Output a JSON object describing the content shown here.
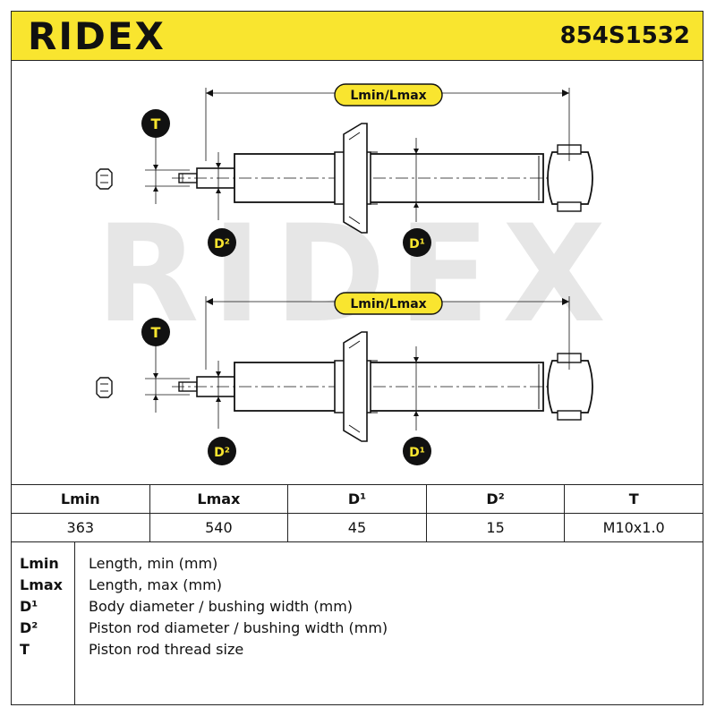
{
  "header": {
    "brand": "RIDEX",
    "part_number": "854S1532"
  },
  "watermark": "RIDEX",
  "diagram": {
    "length_label": "Lmin/Lmax",
    "thread_badge": "T",
    "rod_badge": "D²",
    "body_badge": "D¹"
  },
  "spec_table": {
    "headers": [
      "Lmin",
      "Lmax",
      "D¹",
      "D²",
      "T"
    ],
    "values": [
      "363",
      "540",
      "45",
      "15",
      "M10x1.0"
    ]
  },
  "legend": [
    {
      "key": "Lmin",
      "text": "Length, min (mm)"
    },
    {
      "key": "Lmax",
      "text": "Length, max (mm)"
    },
    {
      "key": "D¹",
      "text": "Body diameter / bushing width (mm)"
    },
    {
      "key": "D²",
      "text": "Piston rod diameter / bushing width (mm)"
    },
    {
      "key": "T",
      "text": "Piston rod thread size"
    }
  ],
  "colors": {
    "header_bg": "#f9e52f",
    "badge_yellow": "#f9e52f",
    "badge_dark": "#111111",
    "watermark": "#e6e6e6"
  }
}
